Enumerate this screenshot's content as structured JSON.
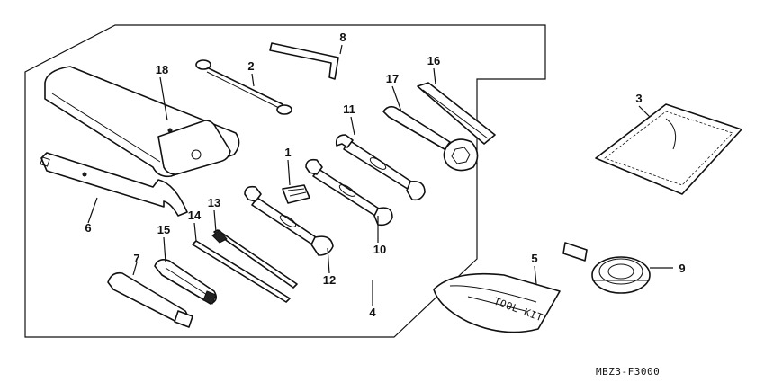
{
  "diagram": {
    "callouts": {
      "c1": "1",
      "c2": "2",
      "c3": "3",
      "c4": "4",
      "c5": "5",
      "c6": "6",
      "c7": "7",
      "c8": "8",
      "c9": "9",
      "c10": "10",
      "c11": "11",
      "c12": "12",
      "c13": "13",
      "c14": "14",
      "c15": "15",
      "c16": "16",
      "c17": "17",
      "c18": "18"
    },
    "diagram_code": "MBZ3-F3000"
  },
  "colors": {
    "line": "#111111",
    "background": "#ffffff"
  }
}
